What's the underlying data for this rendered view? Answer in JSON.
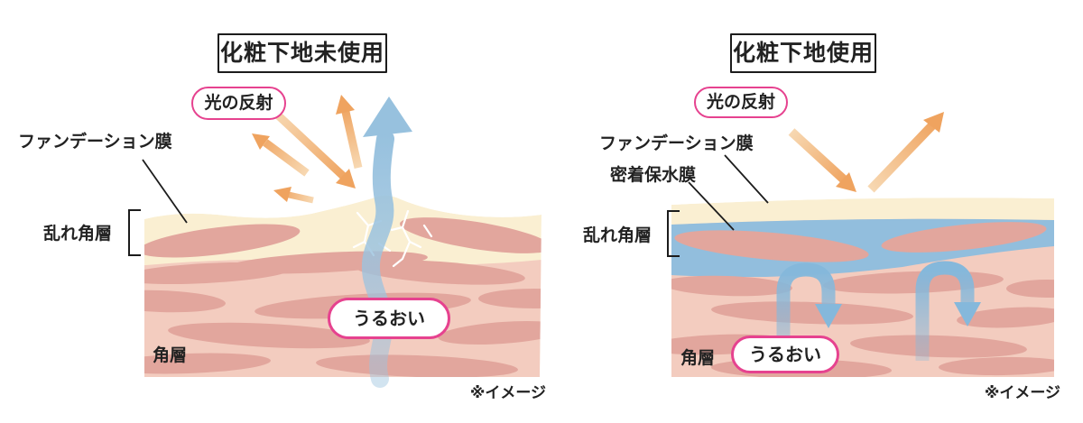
{
  "colors": {
    "ink": "#222222",
    "pill-border": "#e6428f",
    "cream": "#faefd2",
    "skin": "#f3ccbf",
    "lens": "#e2a69d",
    "blue": "#92bedd",
    "blue-deep": "#85b8db",
    "orange": "#efa35f",
    "orange-light": "#f7d8b2"
  },
  "left": {
    "title": "化粧下地未使用",
    "reflection": "光の反射",
    "foundation_film": "ファンデーション膜",
    "disordered_layer": "乱れ角層",
    "moisture": "うるおい",
    "stratum": "角層",
    "note": "※イメージ"
  },
  "right": {
    "title": "化粧下地使用",
    "reflection": "光の反射",
    "foundation_film": "ファンデーション膜",
    "sealing_film": "密着保水膜",
    "disordered_layer": "乱れ角層",
    "moisture": "うるおい",
    "stratum": "角層",
    "note": "※イメージ"
  }
}
